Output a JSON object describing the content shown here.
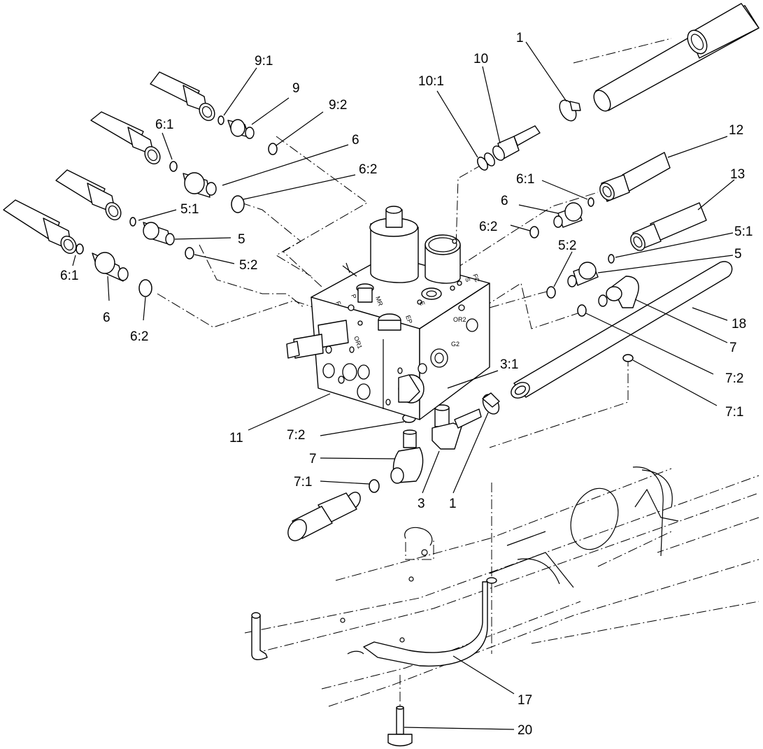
{
  "callouts": {
    "c9_1": "9:1",
    "c9": "9",
    "c9_2": "9:2",
    "c10_1": "10:1",
    "c10": "10",
    "c1_top": "1",
    "c6_1_a": "6:1",
    "c6_a": "6",
    "c6_2_a": "6:2",
    "c5_1_a": "5:1",
    "c5_a": "5",
    "c5_2_a": "5:2",
    "c6_1_b": "6:1",
    "c6_b": "6",
    "c6_2_b": "6:2",
    "c12": "12",
    "c6_1_r": "6:1",
    "c6_r": "6",
    "c6_2_r": "6:2",
    "c13": "13",
    "c5_1_r": "5:1",
    "c5_2_r": "5:2",
    "c5_r": "5",
    "c18": "18",
    "c7_r": "7",
    "c7_2_r": "7:2",
    "c7_1_r": "7:1",
    "c3_1": "3:1",
    "c11": "11",
    "c7_2_b": "7:2",
    "c7_b": "7",
    "c7_1_b": "7:1",
    "c3": "3",
    "c1_bot": "1",
    "c17": "17",
    "c20": "20"
  },
  "manifold_stamps": {
    "or1": "OR1",
    "or2": "OR2",
    "g2": "G2",
    "mr": "MR",
    "ep": "EP",
    "fc": "FC",
    "p": "P",
    "e": "E",
    "s": "S",
    "f": "F"
  },
  "colors": {
    "line": "#000000",
    "background": "#ffffff"
  }
}
